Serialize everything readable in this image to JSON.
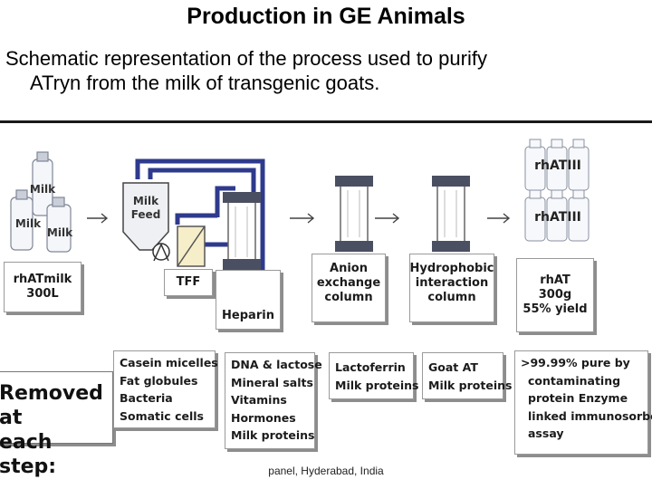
{
  "title": "Production in GE Animals",
  "subtitle": {
    "line1": "Schematic representation of the process used to purify",
    "line2": "ATryn from the milk of transgenic goats."
  },
  "illustration": {
    "milk_bottle_label": "Milk",
    "tank_label_lines": [
      "Milk",
      "Feed"
    ],
    "product_bottle_label": "rhATIII"
  },
  "process_boxes": {
    "source": [
      "rhATmilk",
      "300L"
    ],
    "tff": "TFF",
    "heparin": "Heparin",
    "anion": [
      "Anion",
      "exchange",
      "column"
    ],
    "hydrophobic": [
      "Hydrophobic",
      "interaction",
      "column"
    ],
    "product": [
      "rhAT",
      "300g",
      "55% yield"
    ]
  },
  "removed_label": [
    "Removed at",
    "each step:"
  ],
  "removed_items": {
    "step1": [
      "Casein micelles",
      "Fat globules",
      "Bacteria",
      "Somatic cells"
    ],
    "step2": [
      "DNA & lactose",
      "Mineral salts",
      "Vitamins",
      "Hormones",
      "Milk  proteins"
    ],
    "step3": [
      "Lactoferrin",
      "Milk proteins"
    ],
    "step4": [
      "Goat AT",
      "Milk proteins"
    ],
    "step5": [
      ">99.99% pure by",
      "contaminating",
      "protein Enzyme",
      "linked immunosorbent",
      "assay"
    ]
  },
  "footer": "panel, Hyderabad, India",
  "colors": {
    "pipe": "#2e3a8c",
    "cylinder_cap": "#4a4f62",
    "text": "#1b1b1b",
    "shadow": "#8d8d8d"
  }
}
